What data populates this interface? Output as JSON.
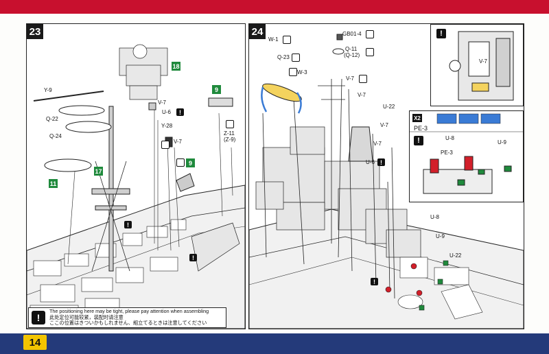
{
  "page": {
    "number": "14"
  },
  "colors": {
    "top_band": "#c8102e",
    "bottom_band": "#243a7a",
    "page_badge": "#f2c400",
    "part_tag": "#1f8a3c",
    "pe_part": "#3a7bd5",
    "red_part": "#d21f2a",
    "green_part": "#1f8a3c"
  },
  "step23": {
    "number": "23",
    "parts": {
      "y9": "Y-9",
      "q22": "Q-22",
      "q24": "Q-24",
      "v7a": "V-7",
      "u6": "U-6",
      "y28": "Y-28",
      "v7b": "V-7",
      "z11": "Z-11",
      "z9": "(Z-9)"
    },
    "tags": {
      "t18": "18",
      "t9a": "9",
      "t9b": "9",
      "t11": "11",
      "t17": "17"
    },
    "note": {
      "en": "The positioning here may be tight, please pay attention when assembling",
      "zh": "此处定位可能较紧，装配时请注意",
      "ja": "ここの位置はきついかもしれません、組立てるときは注意してください"
    }
  },
  "step24": {
    "number": "24",
    "parts": {
      "w1": "W-1",
      "gb01": "GB01-4",
      "q11": "Q-11",
      "q12": "(Q-12)",
      "q23": "Q-23",
      "w3": "W-3",
      "v7a": "V-7",
      "v7b": "V-7",
      "u22a": "U-22",
      "v7c": "V-7",
      "v7d": "V-7",
      "u6": "U-6",
      "u8a": "U-8",
      "u9a": "U-9",
      "u22b": "U-22"
    },
    "inset_top": {
      "label": "V-7"
    },
    "inset_pe": {
      "count": "X2",
      "part": "PE-3",
      "pe3": "PE-3",
      "u8": "U-8",
      "u9": "U-9"
    }
  }
}
